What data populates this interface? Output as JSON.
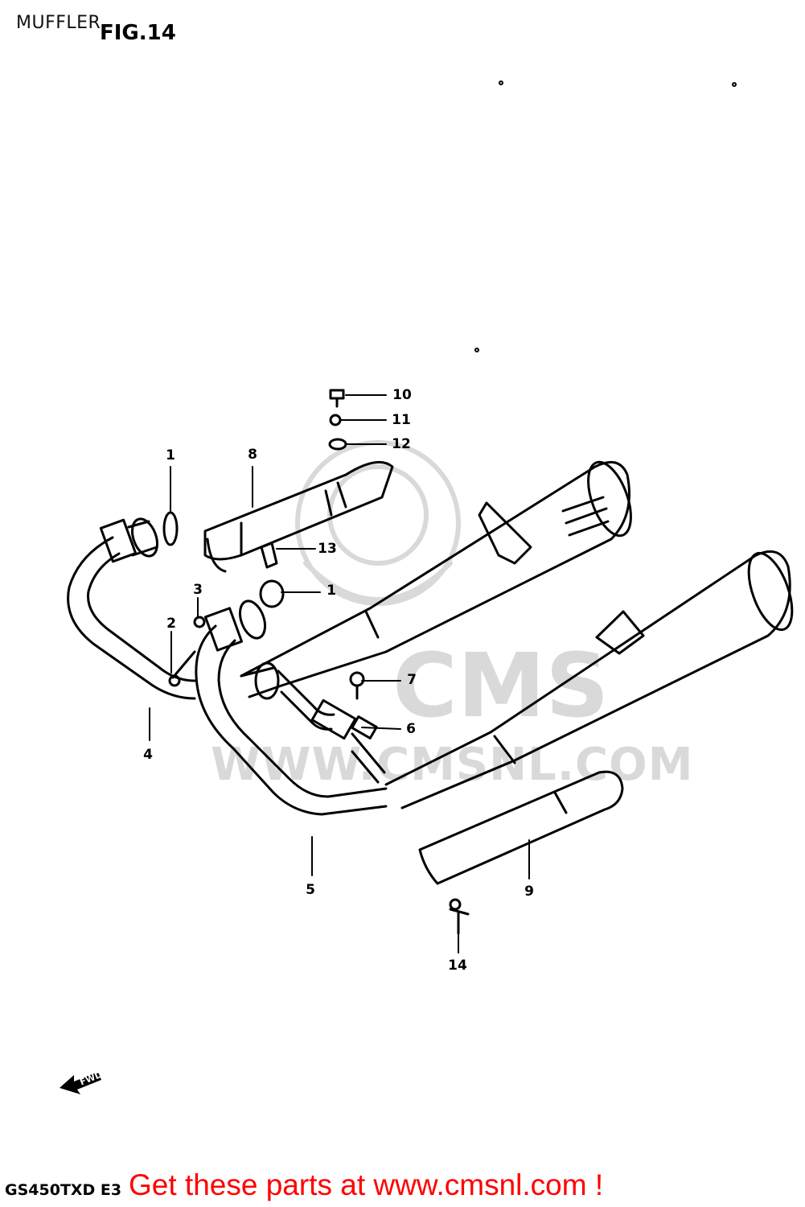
{
  "header": {
    "section_title": "MUFFLER",
    "figure_label": "FIG.14"
  },
  "watermark": {
    "brand": "CMS",
    "url": "WWW.CMSNL.COM"
  },
  "direction_marker": {
    "label": "FWD",
    "icon": "fwd-arrow-icon"
  },
  "parts": [
    {
      "ref": "1",
      "label": "1"
    },
    {
      "ref": "1b",
      "label": "1"
    },
    {
      "ref": "2",
      "label": "2"
    },
    {
      "ref": "3",
      "label": "3"
    },
    {
      "ref": "4",
      "label": "4"
    },
    {
      "ref": "5",
      "label": "5"
    },
    {
      "ref": "6",
      "label": "6"
    },
    {
      "ref": "7",
      "label": "7"
    },
    {
      "ref": "8",
      "label": "8"
    },
    {
      "ref": "9",
      "label": "9"
    },
    {
      "ref": "10",
      "label": "10"
    },
    {
      "ref": "11",
      "label": "11"
    },
    {
      "ref": "12",
      "label": "12"
    },
    {
      "ref": "13",
      "label": "13"
    },
    {
      "ref": "14",
      "label": "14"
    }
  ],
  "footer": {
    "model_code": "GS450TXD E3",
    "cta_text": "Get these parts at www.cmsnl.com !"
  },
  "colors": {
    "line": "#000000",
    "watermark": "#d9d9d9",
    "cta": "#ff0000"
  }
}
